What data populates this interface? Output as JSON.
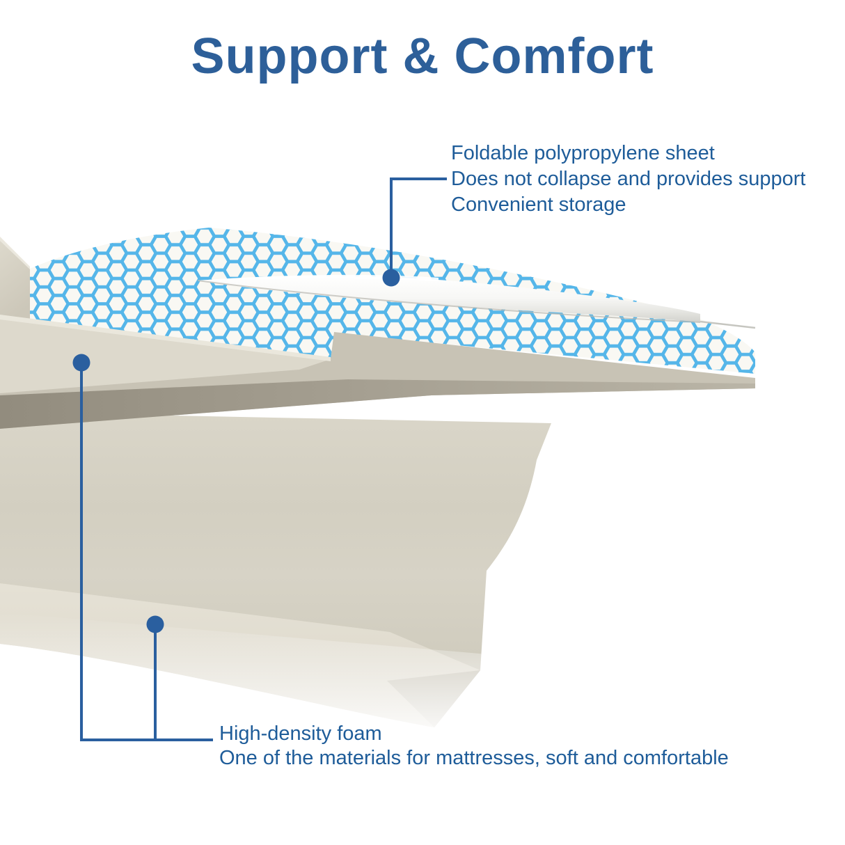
{
  "title": "Support & Comfort",
  "callouts": {
    "sheet": {
      "lines": [
        "Foldable polypropylene sheet",
        "Does not collapse and provides support",
        "Convenient storage"
      ]
    },
    "foam": {
      "lines": [
        "High-density foam",
        "One of the materials for mattresses, soft and comfortable"
      ]
    }
  },
  "colors": {
    "title_blue": "#2d5f99",
    "text_blue": "#1e5c99",
    "leader_blue": "#2a5f9f",
    "honeycomb_blue": "#55b6e9",
    "honeycomb_bg": "#f9f8f3",
    "foam_beige": "#d5d1c4",
    "sheet_white": "#fbfbfa",
    "background": "#ffffff"
  },
  "icons": {
    "callout_dot": "filled-circle-marker"
  }
}
